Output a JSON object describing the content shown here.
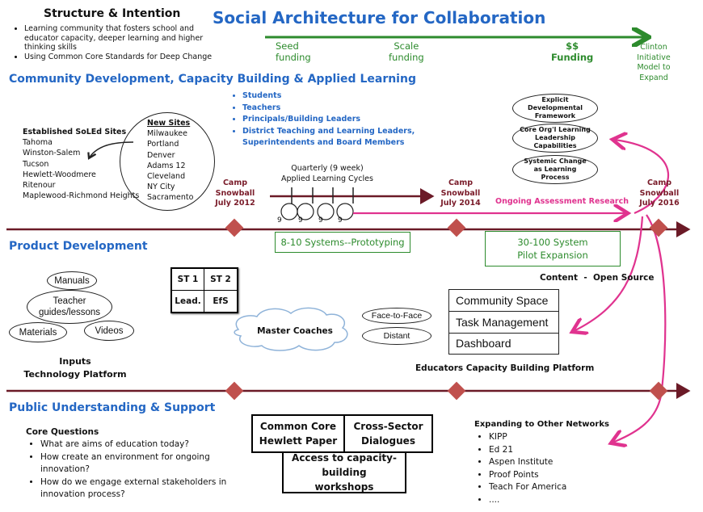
{
  "title": "Social Architecture for Collaboration",
  "structure": {
    "heading": "Structure & Intention",
    "bullets": [
      "Learning community that fosters school and educator capacity, deeper learning and higher thinking skills",
      "Using Common Core Standards for Deep Change"
    ]
  },
  "funding": {
    "stages": [
      {
        "line1": "Seed",
        "line2": "funding"
      },
      {
        "line1": "Scale",
        "line2": "funding"
      },
      {
        "line1": "$$",
        "line2": "Funding"
      },
      {
        "line1": "Clinton Initiative",
        "line2": "Model to Expand"
      }
    ],
    "arrow_color": "#2d8b2d"
  },
  "sections": {
    "community": "Community Development, Capacity Building & Applied Learning",
    "product": "Product Development",
    "public": "Public Understanding & Support"
  },
  "audience": [
    "Students",
    "Teachers",
    "Principals/Building  Leaders",
    "District Teaching and Learning Leaders, Superintendents and Board Members"
  ],
  "sites": {
    "established_heading": "Established SoLEd Sites",
    "established": [
      "Tahoma",
      "Winston-Salem",
      "Tucson",
      "Hewlett-Woodmere",
      "Ritenour",
      "Maplewood-Richmond Heights"
    ],
    "new_heading": "New Sites",
    "new": [
      "Milwaukee",
      "Portland",
      "Denver",
      "Adams 12",
      "Cleveland",
      "NY City",
      "Sacramento"
    ]
  },
  "framework": [
    "Explicit Developmental Framework",
    "Core Org'l  Learning Leadership Capabilities",
    "Systemic Change as Learning Process"
  ],
  "camps": [
    {
      "l1": "Camp",
      "l2": "Snowball",
      "l3": "July 2012"
    },
    {
      "l1": "Camp",
      "l2": "Snowball",
      "l3": "July 2014"
    },
    {
      "l1": "Camp",
      "l2": "Snowball",
      "l3": "July 2016"
    }
  ],
  "cycles": {
    "label_line1": "Quarterly (9 week)",
    "label_line2": "Applied Learning Cycles",
    "loop_label": "9",
    "count": 4
  },
  "assessment": "Ongoing Assessment Research",
  "phases": {
    "prototyping": "8-10 Systems--Prototyping",
    "pilot_line1": "30-100 System",
    "pilot_line2": "Pilot Expansion"
  },
  "inputs": {
    "items": [
      "Manuals",
      "Teacher guides/lessons",
      "Materials",
      "Videos"
    ],
    "label_line1": "Inputs",
    "label_line2": "Technology Platform"
  },
  "st_grid": [
    "ST 1",
    "ST 2",
    "Lead.",
    "EfS"
  ],
  "coaches": {
    "label": "Master Coaches",
    "modes": [
      "Face-to-Face",
      "Distant"
    ]
  },
  "content_label": "Content  -  Open Source",
  "platform": {
    "items": [
      "Community Space",
      "Task Management",
      "Dashboard"
    ],
    "label": "Educators Capacity Building Platform"
  },
  "core_questions": {
    "heading": "Core Questions",
    "items": [
      "What are aims of education today?",
      "How create an environment for ongoing innovation?",
      "How do we engage external stakeholders in innovation process?"
    ]
  },
  "public_boxes": {
    "a": "Common Core Hewlett Paper",
    "b": "Cross-Sector Dialogues",
    "c": "Access to capacity-building workshops"
  },
  "networks": {
    "heading": "Expanding to Other Networks",
    "items": [
      "KIPP",
      "Ed 21",
      "Aspen Institute",
      "Proof Points",
      "Teach For America",
      "...."
    ]
  },
  "colors": {
    "accent_blue": "#2467c4",
    "green": "#2d8b2d",
    "pink": "#e0338f",
    "maroon": "#6b1a27",
    "diamond": "#c0504d"
  }
}
